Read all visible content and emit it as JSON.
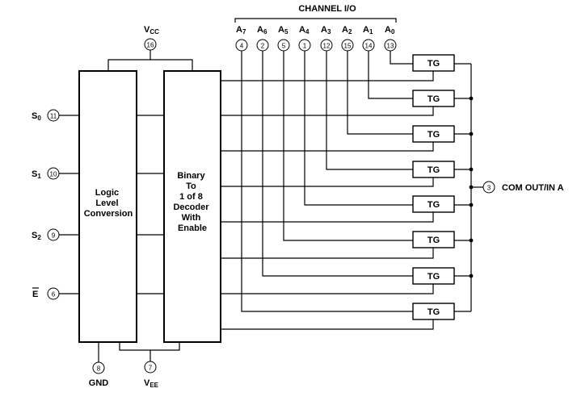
{
  "header": {
    "channel_io": "CHANNEL I/O"
  },
  "power": {
    "vcc": {
      "main": "V",
      "sub": "CC",
      "pin": "16"
    },
    "vee": {
      "main": "V",
      "sub": "EE",
      "pin": "7"
    },
    "gnd": {
      "label": "GND",
      "pin": "8"
    }
  },
  "inputs": [
    {
      "main": "S",
      "sub": "0",
      "pin": "11"
    },
    {
      "main": "S",
      "sub": "1",
      "pin": "10"
    },
    {
      "main": "S",
      "sub": "2",
      "pin": "9"
    },
    {
      "main": "E",
      "sub": "",
      "pin": "6",
      "overbar": true
    }
  ],
  "channels": [
    {
      "main": "A",
      "sub": "7",
      "pin": "4"
    },
    {
      "main": "A",
      "sub": "6",
      "pin": "2"
    },
    {
      "main": "A",
      "sub": "5",
      "pin": "5"
    },
    {
      "main": "A",
      "sub": "4",
      "pin": "1"
    },
    {
      "main": "A",
      "sub": "3",
      "pin": "12"
    },
    {
      "main": "A",
      "sub": "2",
      "pin": "15"
    },
    {
      "main": "A",
      "sub": "1",
      "pin": "14"
    },
    {
      "main": "A",
      "sub": "0",
      "pin": "13"
    }
  ],
  "blocks": {
    "logic": [
      "Logic",
      "Level",
      "Conversion"
    ],
    "decoder": [
      "Binary",
      "To",
      "1 of 8",
      "Decoder",
      "With",
      "Enable"
    ]
  },
  "gates": [
    "TG",
    "TG",
    "TG",
    "TG",
    "TG",
    "TG",
    "TG",
    "TG"
  ],
  "common": {
    "pin": "3",
    "label": "COM OUT/IN A"
  }
}
